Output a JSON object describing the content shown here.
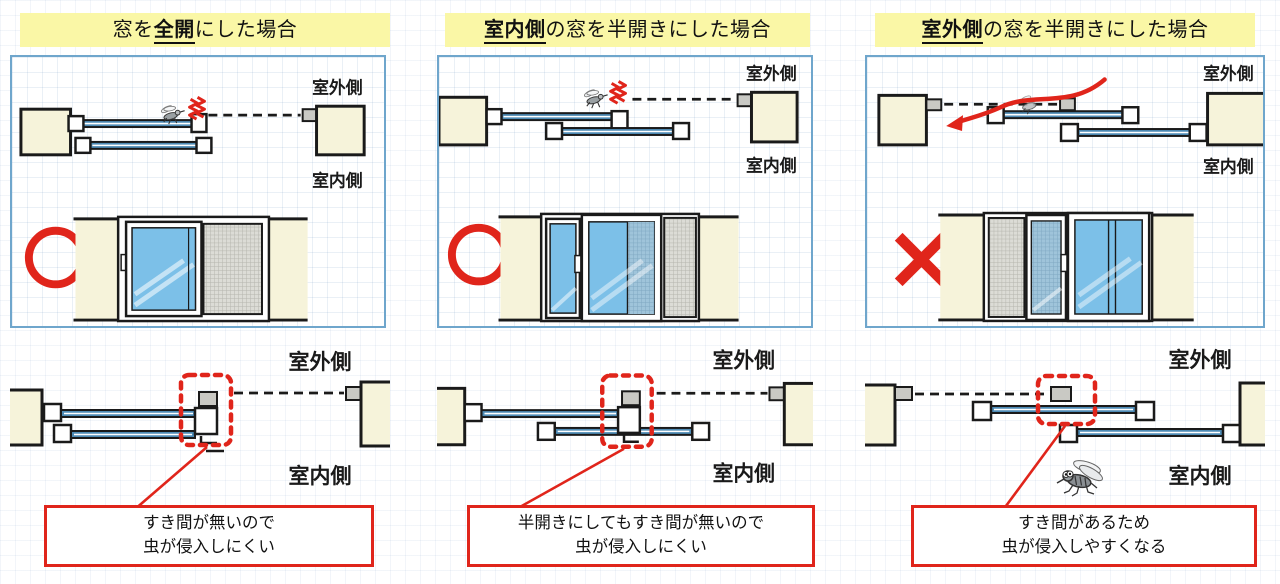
{
  "colors": {
    "header_bg": "#FAF7A6",
    "panel_border_blue": "#6FA6CC",
    "accent_red": "#E0251B",
    "sash_blue": "#4E8BB5",
    "wall_cream": "#F6F3DA",
    "glass_blue": "#7CC0E8",
    "mesh_gray": "#DCDCD6"
  },
  "labels": {
    "outdoor": "室外側",
    "indoor": "室内側"
  },
  "icons": {
    "mosquito": "mosquito-icon",
    "blocked": "blocked-scribble-icon",
    "ok": "circle-ok-mark",
    "ng": "cross-ng-mark"
  },
  "columns": [
    {
      "title": {
        "prefix": "窓を",
        "emphasis": "全開",
        "suffix": "にした場合"
      },
      "verdict": "ok-circle",
      "callout": {
        "line1": "すき間が無いので",
        "line2": "虫が侵入しにくい"
      }
    },
    {
      "title": {
        "prefix": "",
        "emphasis": "室内側",
        "suffix": "の窓を半開きにした場合"
      },
      "verdict": "ok-circle",
      "callout": {
        "line1": "半開きにしてもすき間が無いので",
        "line2": "虫が侵入しにくい"
      }
    },
    {
      "title": {
        "prefix": "",
        "emphasis": "室外側",
        "suffix": "の窓を半開きにした場合"
      },
      "verdict": "ng-cross",
      "callout": {
        "line1": "すき間があるため",
        "line2": "虫が侵入しやすくなる"
      }
    }
  ]
}
